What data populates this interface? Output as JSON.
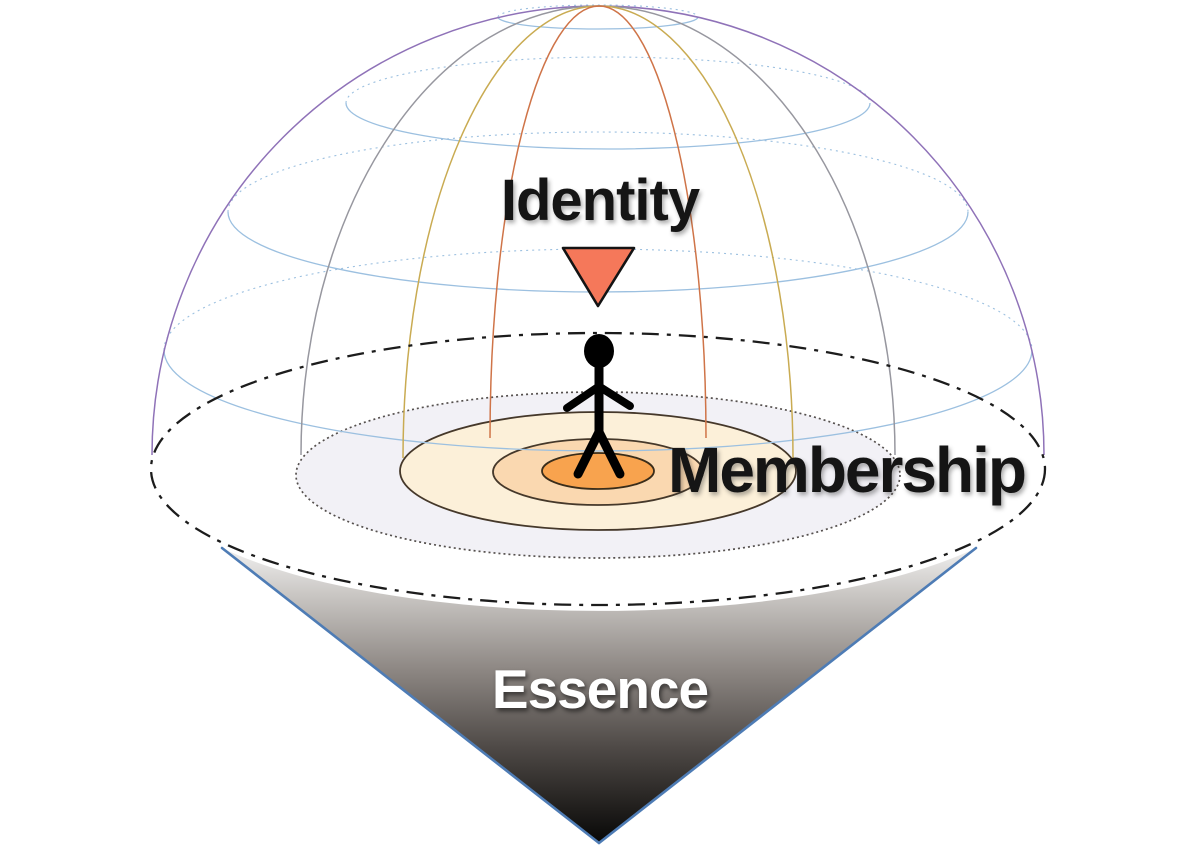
{
  "title": "Identity / Membership / Essence dome-and-cone diagram",
  "background": "#FFFFFF",
  "labels": {
    "identity": "Identity",
    "membership": "Membership",
    "essence": "Essence"
  },
  "icons": {
    "pointer": "triangle-down-icon",
    "center_figure": "person-icon"
  },
  "colors": {
    "label_dark": "#151515",
    "label_light": "#FFFFFF",
    "triangle_fill": "#F5785A",
    "triangle_stroke": "#141414",
    "ring_outer_fill": "#F2F1F6",
    "ring_cream_fill": "#FCF0D9",
    "ring_peach_fill": "#FAD8B0",
    "ring_core_fill": "#F8A34E",
    "ring_stroke": "#45382A",
    "ring_outer_dotted_stroke": "#55504E",
    "rim_dashdot_stroke": "#1C1C1C",
    "cone_edge_stroke": "#4E7CB5",
    "cone_gradient_top": "#F7F7F7",
    "cone_gradient_bottom": "#050505",
    "parallel_blue": "#9CC0E0",
    "meridian_purple": "#8F72B8",
    "meridian_gray": "#97979F",
    "meridian_gold": "#C9AB52",
    "meridian_orange": "#CF7448",
    "figure_fill": "#000000"
  }
}
